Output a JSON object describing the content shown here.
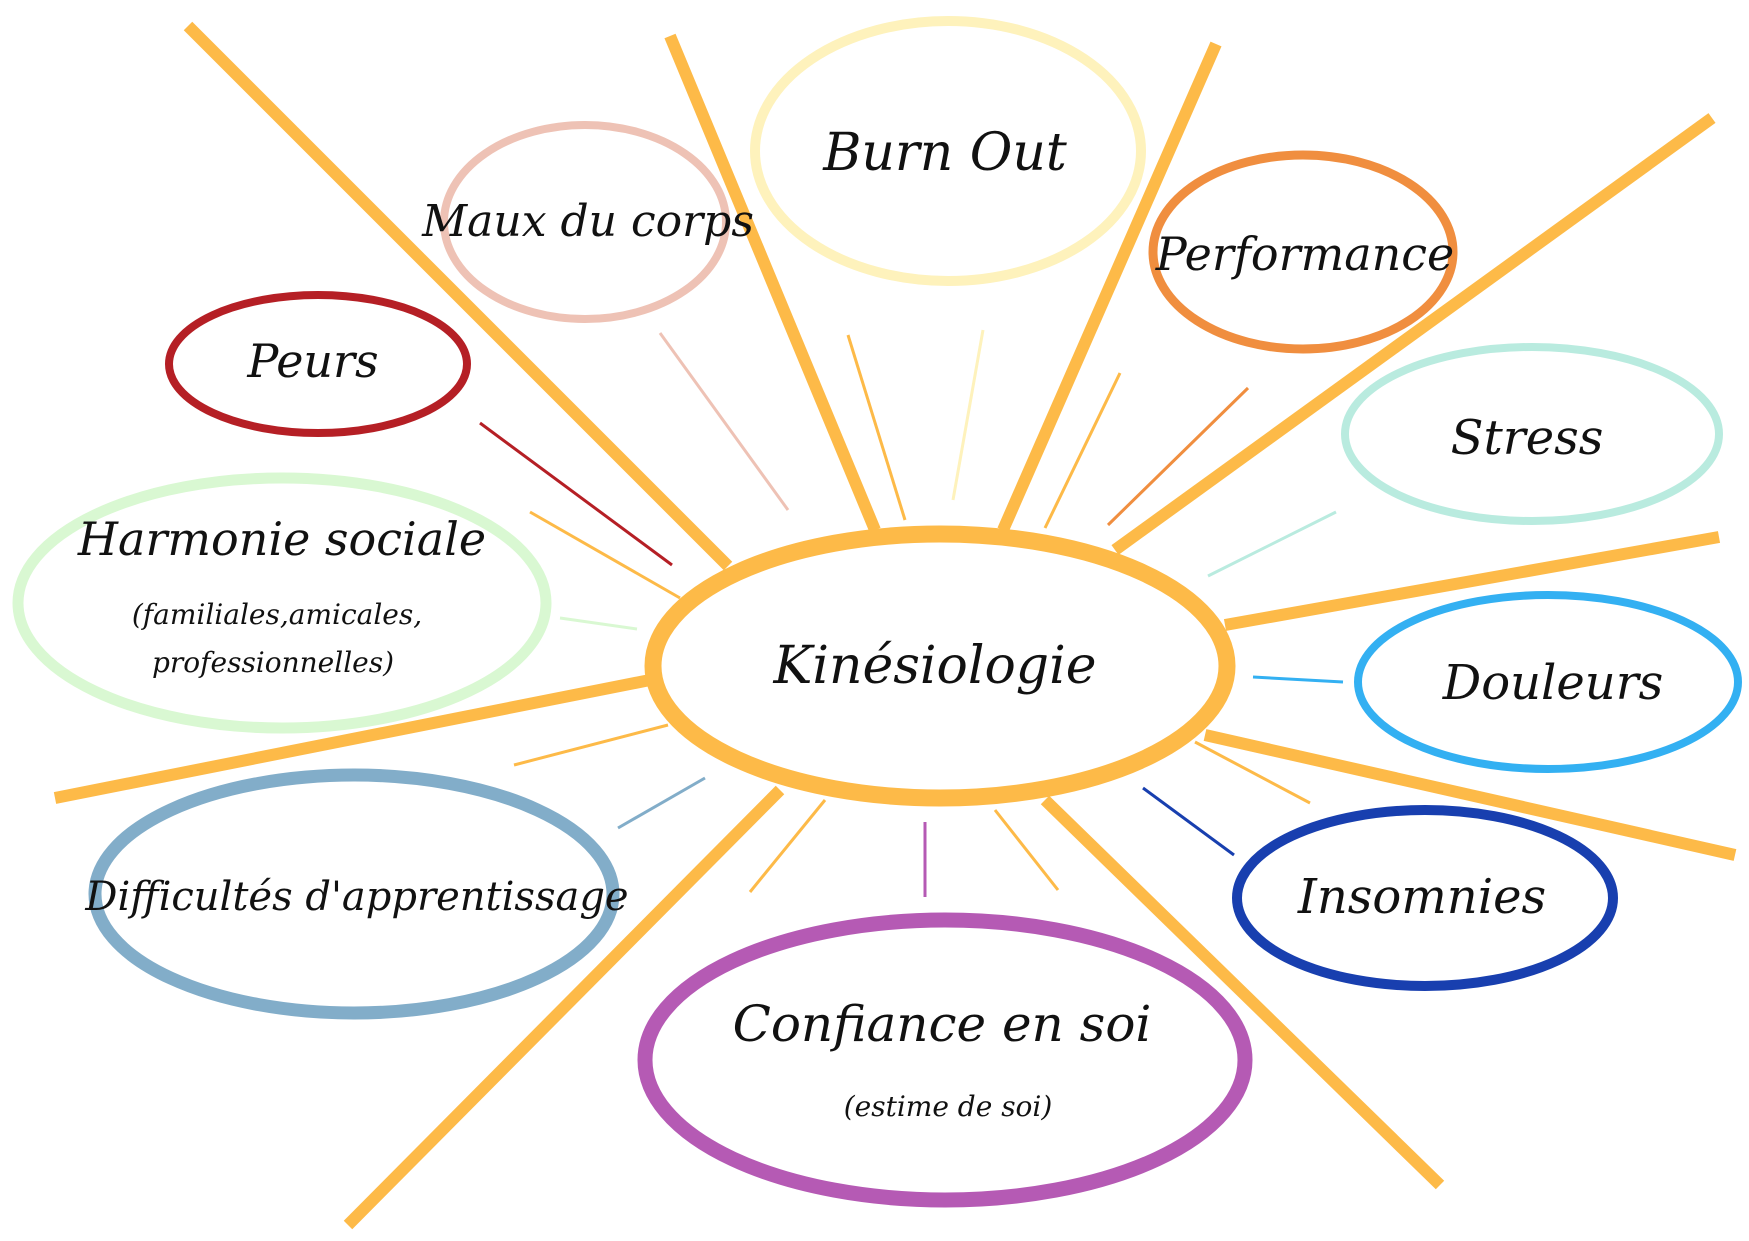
{
  "center": {
    "label": "Kinésiologie",
    "color": "#FDBA48"
  },
  "sunray_color": "#FDBA48",
  "nodes": [
    {
      "id": "burn-out",
      "label": "Burn Out",
      "sublabel": "",
      "color": "#FEF2BC"
    },
    {
      "id": "maux-du-corps",
      "label": "Maux du corps",
      "sublabel": "",
      "color": "#EEC2B5"
    },
    {
      "id": "performance",
      "label": "Performance",
      "sublabel": "",
      "color": "#F08E3F"
    },
    {
      "id": "peurs",
      "label": "Peurs",
      "sublabel": "",
      "color": "#B51F25"
    },
    {
      "id": "stress",
      "label": "Stress",
      "sublabel": "",
      "color": "#B9EBDF"
    },
    {
      "id": "harmonie-sociale",
      "label": "Harmonie sociale",
      "sublabel": "(familiales,amicales,",
      "sublabel2": "professionnelles)",
      "color": "#D9F8D2"
    },
    {
      "id": "douleurs",
      "label": "Douleurs",
      "sublabel": "",
      "color": "#33B0F2"
    },
    {
      "id": "difficultes",
      "label": "Difficultés d'apprentissage",
      "sublabel": "",
      "color": "#82ADC9"
    },
    {
      "id": "insomnies",
      "label": "Insomnies",
      "sublabel": "",
      "color": "#183FAF"
    },
    {
      "id": "confiance",
      "label": "Confiance en soi",
      "sublabel": "(estime de soi)",
      "color": "#B55AB4"
    }
  ]
}
